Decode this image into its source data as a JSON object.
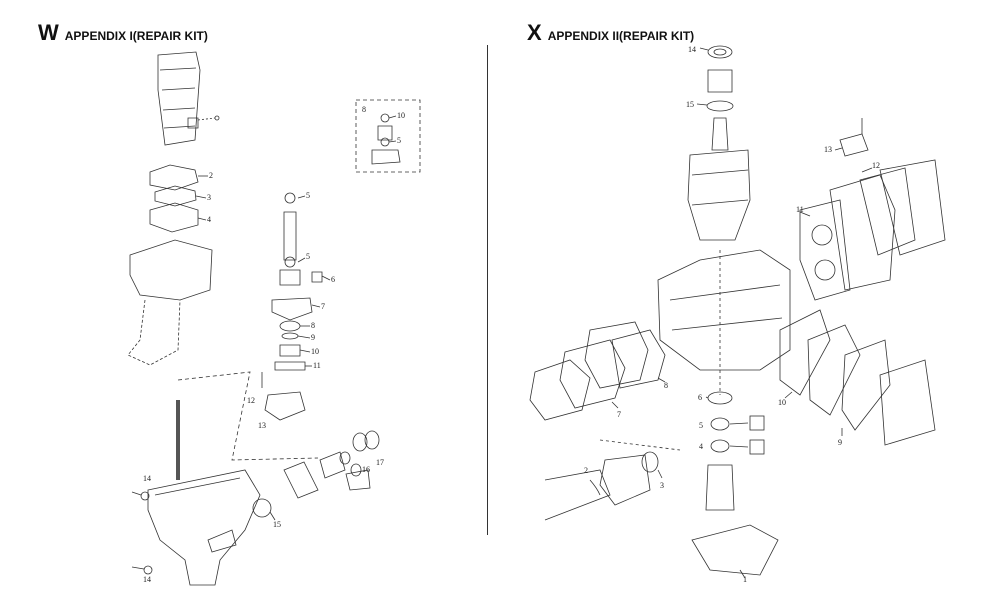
{
  "left_section": {
    "letter": "W",
    "title": "APPENDIX I(REPAIR KIT)"
  },
  "right_section": {
    "letter": "X",
    "title": "APPENDIX II(REPAIR KIT)"
  },
  "left_callouts": [
    "2",
    "3",
    "4",
    "5",
    "5",
    "6",
    "7",
    "8",
    "9",
    "10",
    "11",
    "12",
    "13",
    "14",
    "14",
    "15",
    "16",
    "17",
    "8",
    "10",
    "5"
  ],
  "right_callouts": [
    "14",
    "15",
    "13",
    "12",
    "11",
    "10",
    "9",
    "8",
    "7",
    "6",
    "5",
    "4",
    "3",
    "2",
    "1"
  ]
}
